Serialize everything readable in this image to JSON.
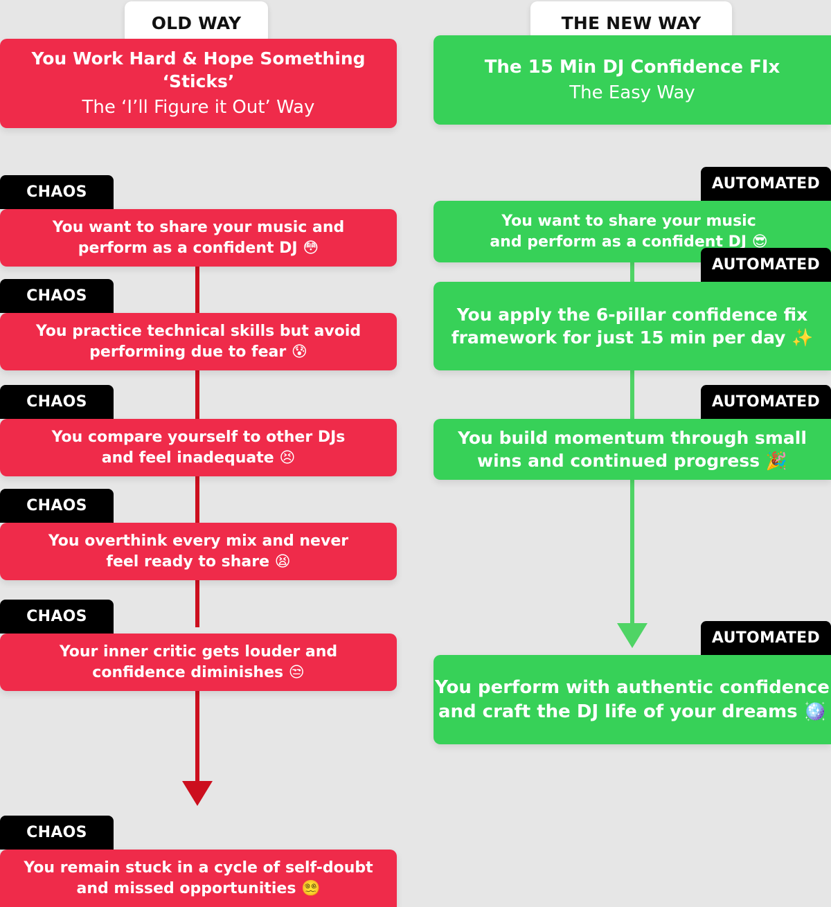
{
  "old_way": {
    "tab": "OLD WAY",
    "header": {
      "title": "You Work Hard & Hope Something ‘Sticks’",
      "subtitle": "The ‘I’ll Figure it Out’ Way"
    },
    "label": "CHAOS",
    "steps": [
      {
        "line1": "You want to share your music and",
        "line2": "perform as a confident DJ 😳"
      },
      {
        "line1": "You practice technical skills but avoid",
        "line2": "performing due to fear 😰"
      },
      {
        "line1": "You compare yourself to other DJs",
        "line2": "and feel inadequate 😣"
      },
      {
        "line1": "You overthink every mix and never",
        "line2": "feel ready to share 😫"
      },
      {
        "line1": "Your inner critic gets louder and",
        "line2": "confidence diminishes 😒"
      },
      {
        "line1": "You remain stuck in a cycle of self-doubt",
        "line2": "and missed opportunities 😵‍💫"
      }
    ]
  },
  "new_way": {
    "tab": "THE NEW WAY",
    "header": {
      "title": "The 15 Min DJ Confidence FIx",
      "subtitle": "The Easy Way"
    },
    "label": "AUTOMATED",
    "steps": [
      {
        "line1": "You want to share your music",
        "line2": "and perform as a confident DJ 😎"
      },
      {
        "line1": "You apply the 6-pillar confidence fix",
        "line2": "framework for just 15 min per day ✨"
      },
      {
        "line1": "You build momentum through small",
        "line2": "wins and continued progress 🎉"
      },
      {
        "line1": "You perform with authentic confidence",
        "line2": "and craft the DJ life of your dreams 🪩"
      }
    ]
  },
  "colors": {
    "old_box": "#ef2b4a",
    "old_arrow": "#cc0f1e",
    "new_box": "#37d158",
    "new_arrow": "#4fd465",
    "label_bg": "#000000",
    "background": "#e6e6e6"
  }
}
